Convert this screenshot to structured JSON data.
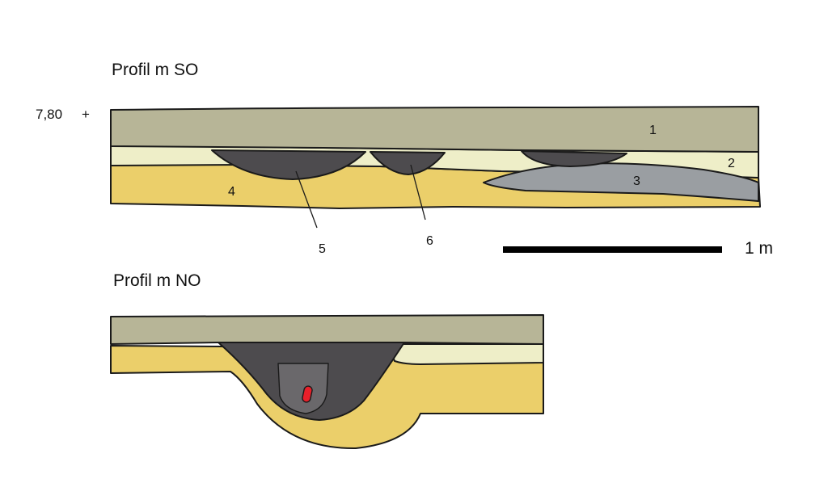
{
  "profile_so": {
    "title": "Profil m SO",
    "elevation_label": "7,80",
    "elevation_marker": "+",
    "layer_labels": [
      "1",
      "2",
      "3",
      "4",
      "5",
      "6"
    ]
  },
  "profile_no": {
    "title": "Profil m NO"
  },
  "scale_bar": {
    "label": "1 m"
  },
  "colors": {
    "layer_1_topsoil": "#b7b597",
    "layer_2_light": "#eeeec8",
    "layer_3_grey": "#9a9ea2",
    "layer_4_sand": "#ebcf6a",
    "feature_dark": "#4d4b4e",
    "inner_fill": "#6a686b",
    "find_red": "#e8202a",
    "outline": "#1a1a1a"
  }
}
